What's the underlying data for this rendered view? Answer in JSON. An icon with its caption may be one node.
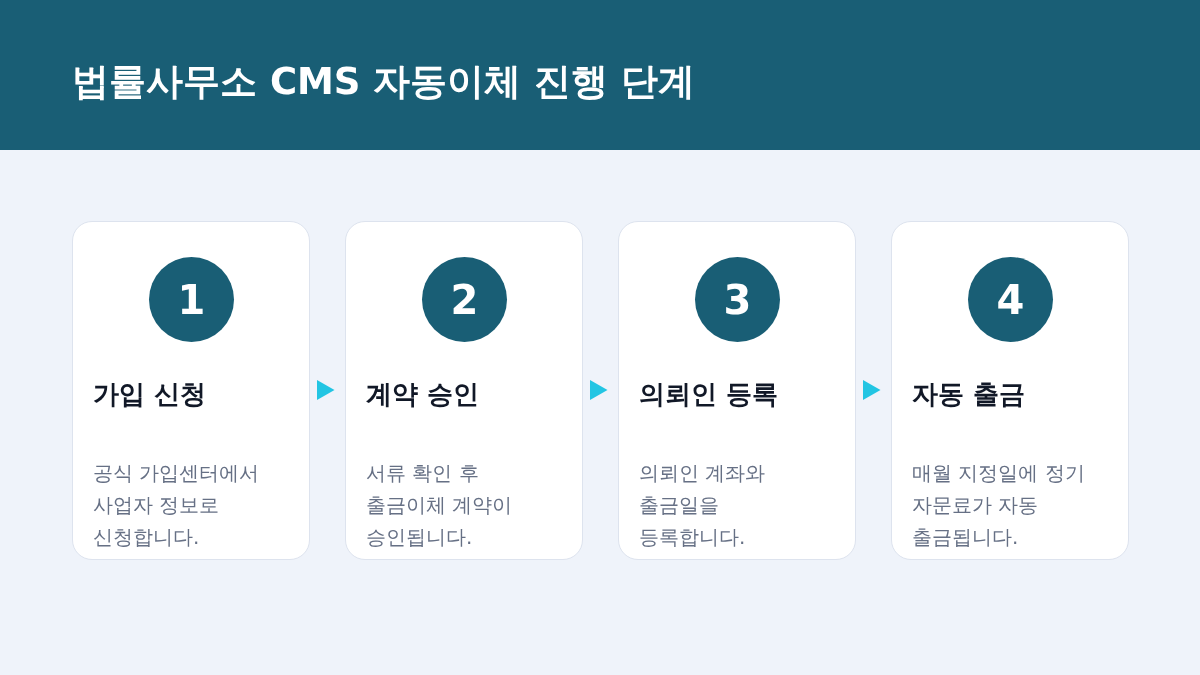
{
  "diagram": {
    "title": "법률사무소 CMS 자동이체 진행 단계",
    "nodes": [
      {
        "text": [
          "가입 신청",
          "공식 가입센터에서 사업자 정보로 신청합니다."
        ]
      },
      {
        "text": [
          "1"
        ],
        "in": 0
      },
      {
        "text": [
          "계약 승인",
          "서류 확인 후 출금이체 계약이 승인됩니다."
        ]
      },
      {
        "text": [
          "2"
        ],
        "in": 2
      },
      {
        "text": [
          "의뢰인 등록",
          "의뢰인 계좌와 출금일을 등록합니다."
        ]
      },
      {
        "text": [
          "3"
        ],
        "in": 4
      },
      {
        "text": [
          "자동 출금",
          "매월 지정일에 정기 자문료가 자동 출금됩니다."
        ]
      },
      {
        "text": [
          "4"
        ],
        "in": 6
      }
    ],
    "edges": [
      {
        "from": 0,
        "to": 2,
        "arrow": "to"
      },
      {
        "from": 2,
        "to": 4,
        "arrow": "to"
      },
      {
        "from": 4,
        "to": 6,
        "arrow": "to"
      }
    ]
  }
}
